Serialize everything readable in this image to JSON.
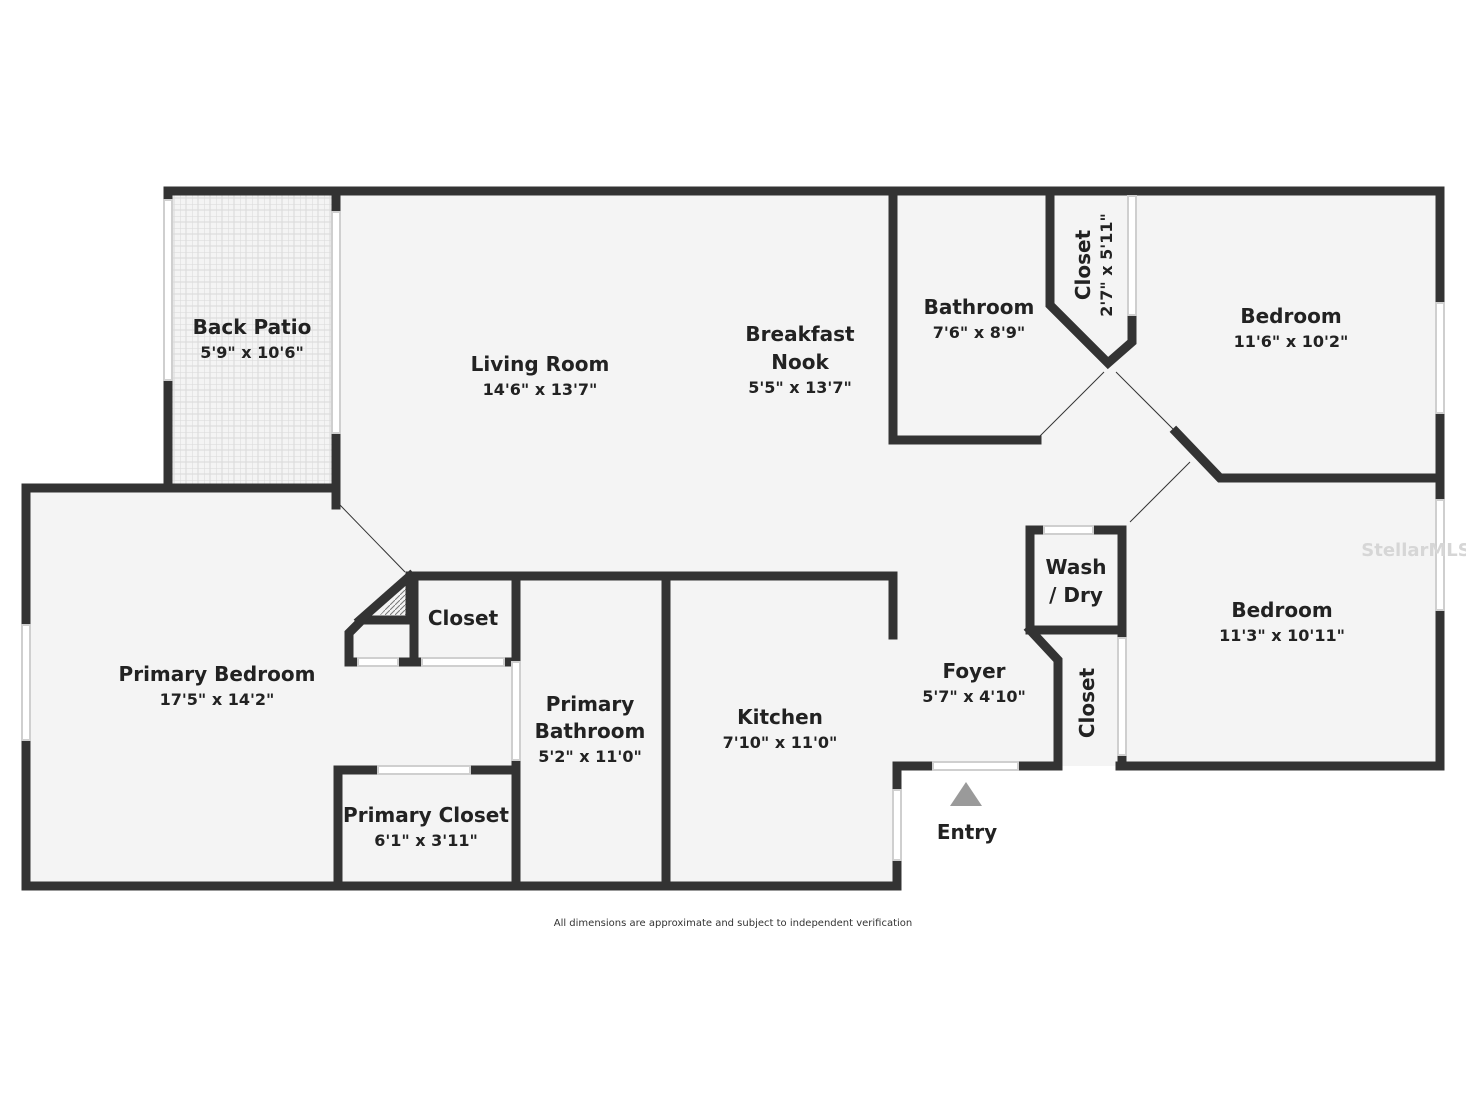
{
  "rooms": {
    "back_patio": {
      "name": "Back Patio",
      "dim": "5'9\" x 10'6\""
    },
    "living_room": {
      "name": "Living Room",
      "dim": "14'6\" x 13'7\""
    },
    "breakfast_nook": {
      "name_line1": "Breakfast",
      "name_line2": "Nook",
      "dim": "5'5\" x 13'7\""
    },
    "bathroom": {
      "name": "Bathroom",
      "dim": "7'6\" x 8'9\""
    },
    "closet_top": {
      "name": "Closet",
      "dim": "2'7\" x 5'11\""
    },
    "bedroom_top": {
      "name": "Bedroom",
      "dim": "11'6\" x 10'2\""
    },
    "wash_dry": {
      "name_line1": "Wash",
      "name_line2": "/ Dry"
    },
    "bedroom_bottom": {
      "name": "Bedroom",
      "dim": "11'3\" x 10'11\""
    },
    "primary_bedroom": {
      "name": "Primary Bedroom",
      "dim": "17'5\" x 14'2\""
    },
    "closet_primary": {
      "name": "Closet"
    },
    "primary_bathroom": {
      "name_line1": "Primary",
      "name_line2": "Bathroom",
      "dim": "5'2\" x 11'0\""
    },
    "kitchen": {
      "name": "Kitchen",
      "dim": "7'10\" x 11'0\""
    },
    "foyer": {
      "name": "Foyer",
      "dim": "5'7\" x 4'10\""
    },
    "closet_foyer": {
      "name": "Closet"
    },
    "primary_closet": {
      "name": "Primary Closet",
      "dim": "6'1\" x 3'11\""
    }
  },
  "entry_label": "Entry",
  "disclaimer": "All dimensions are approximate and subject to independent verification",
  "watermark": "StellarMLS",
  "colors": {
    "wall": "#333333",
    "floor": "#f4f4f4",
    "background": "#ffffff"
  }
}
